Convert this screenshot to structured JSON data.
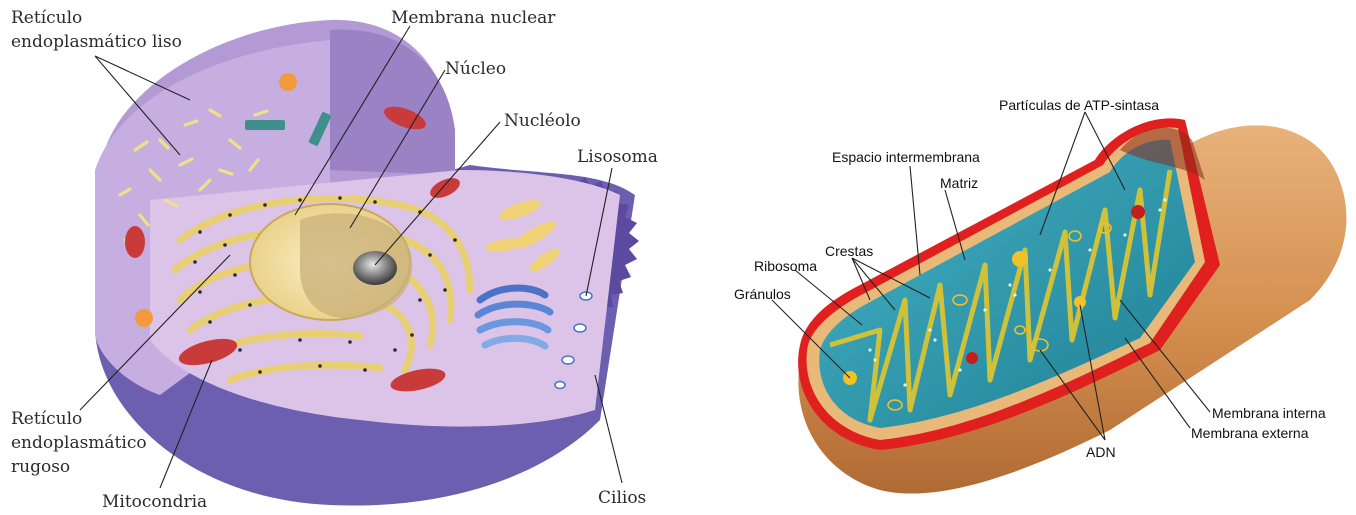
{
  "cell_diagram": {
    "labels": {
      "reticulo_liso_line1": "Retículo",
      "reticulo_liso_line2": "endoplasmático liso",
      "membrana_nuclear": "Membrana nuclear",
      "nucleo": "Núcleo",
      "nucleolo": "Nucléolo",
      "lisosoma": "Lisosoma",
      "reticulo_rugoso_line1": "Retículo",
      "reticulo_rugoso_line2": "endoplasmático",
      "reticulo_rugoso_line3": "rugoso",
      "mitocondria": "Mitocondria",
      "cilios": "Cilios"
    }
  },
  "mitochondrion_diagram": {
    "labels": {
      "particulas_atp": "Partículas de ATP-sintasa",
      "espacio_intermembrana": "Espacio intermembrana",
      "matriz": "Matriz",
      "crestas": "Crestas",
      "ribosoma": "Ribosoma",
      "granulos": "Gránulos",
      "membrana_interna": "Membrana interna",
      "membrana_externa": "Membrana externa",
      "adn": "ADN"
    }
  },
  "colors": {
    "cytoplasm_purple": "#a98fc8",
    "cell_wall_dark": "#6a5aa8",
    "nucleus_cream": "#f2e0a0",
    "er_yellow": "#f3df86",
    "mito_tan": "#d9975a",
    "mito_red": "#e0201e",
    "matrix_teal": "#2d9bb0"
  }
}
